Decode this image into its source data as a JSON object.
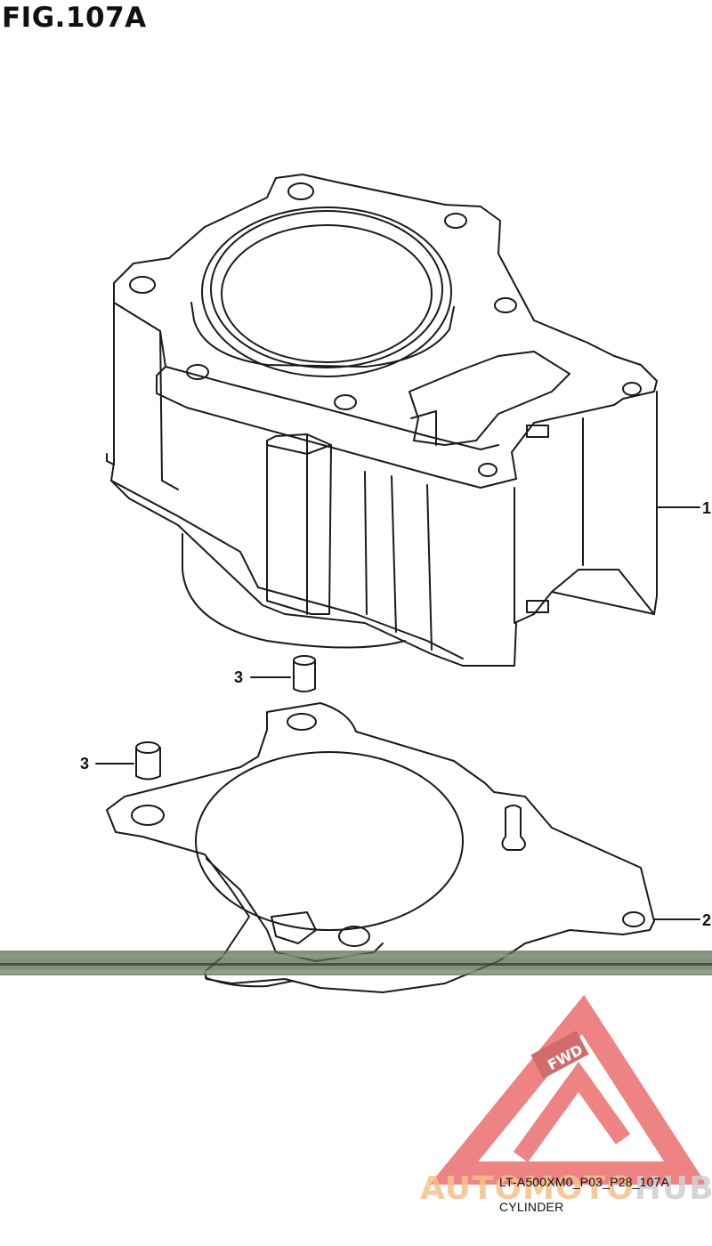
{
  "figure": {
    "title": "FIG.107A",
    "code": "LT-A500XM0_P03_P28_107A",
    "caption": "CYLINDER"
  },
  "callouts": {
    "cylinder": "1",
    "gasket": "2",
    "dowel_upper": "3",
    "dowel_lower": "3"
  },
  "watermark": {
    "word_a": "AUTOMOTO",
    "word_b": "HUB",
    "badge": "FWD"
  },
  "colors": {
    "line": "#1a1a1a",
    "watermark_red": "#e85a5a",
    "watermark_orange": "#f3c28a",
    "scan_band": "#4a5a44"
  }
}
